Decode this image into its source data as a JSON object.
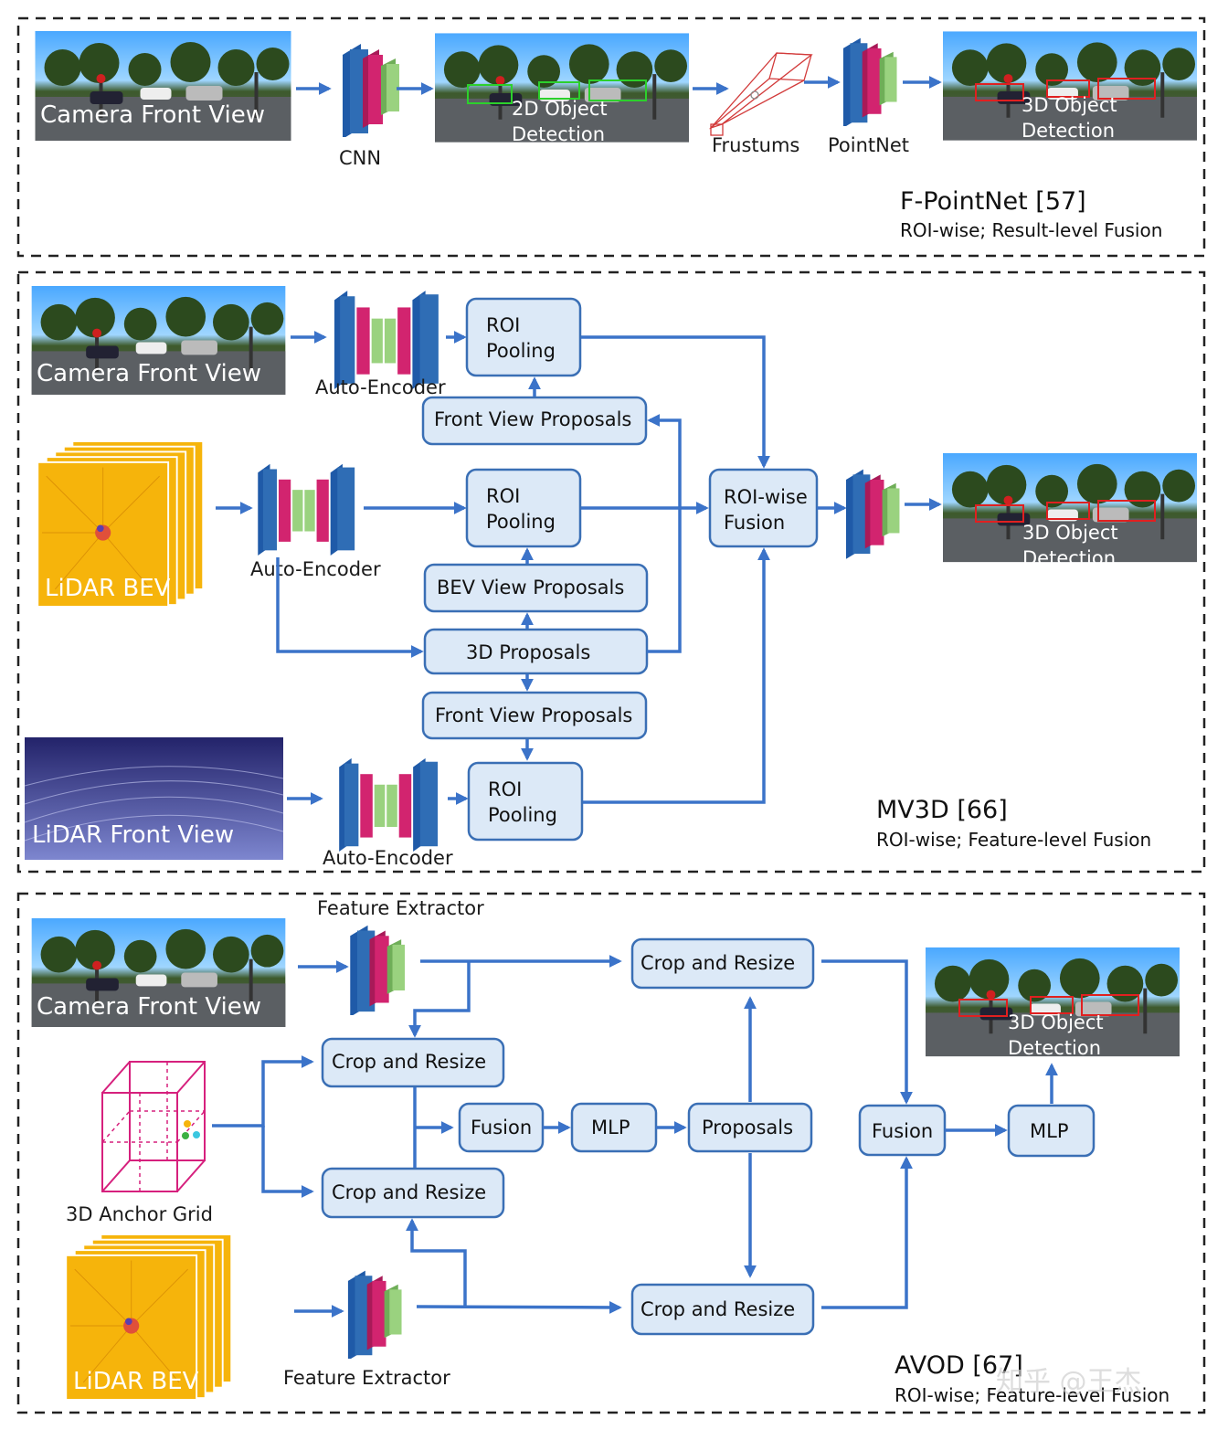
{
  "panels": {
    "fpointnet": {
      "title": "F-PointNet [57]",
      "subtitle": "ROI-wise; Result-level Fusion",
      "input_image": "Camera Front View",
      "cnn_label": "CNN",
      "detection_2d_line1": "2D Object",
      "detection_2d_line2": "Detection",
      "frustums_label": "Frustums",
      "pointnet_label": "PointNet",
      "detection_3d_line1": "3D Object",
      "detection_3d_line2": "Detection"
    },
    "mv3d": {
      "title": "MV3D [66]",
      "subtitle": "ROI-wise; Feature-level Fusion",
      "camera_image": "Camera Front View",
      "lidar_bev_image": "LiDAR BEV",
      "lidar_front_image": "LiDAR Front View",
      "autoencoder_label": "Auto-Encoder",
      "roi_pooling_line1": "ROI",
      "roi_pooling_line2": "Pooling",
      "front_view_proposals": "Front View Proposals",
      "bev_view_proposals": "BEV View Proposals",
      "proposals_3d": "3D  Proposals",
      "roi_fusion_line1": "ROI-wise",
      "roi_fusion_line2": "Fusion",
      "detection_3d_line1": "3D Object",
      "detection_3d_line2": "Detection"
    },
    "avod": {
      "title": "AVOD [67]",
      "subtitle": "ROI-wise; Feature-level Fusion",
      "camera_image": "Camera Front View",
      "lidar_bev_image": "LiDAR BEV",
      "feature_extractor": "Feature Extractor",
      "anchor_grid_label": "3D Anchor Grid",
      "crop_resize": "Crop and Resize",
      "fusion": "Fusion",
      "mlp": "MLP",
      "proposals": "Proposals",
      "detection_3d_line1": "3D Object",
      "detection_3d_line2": "Detection"
    }
  },
  "watermark": "知乎 @王杰",
  "colors": {
    "arrow": "#3b73c9",
    "box_fill": "#dce9f7",
    "box_stroke": "#3a6fb5",
    "net_blue": "#2f6db5",
    "net_magenta": "#d2246f",
    "net_green": "#9ad27f",
    "bev_orange": "#f6b40b",
    "anchor_pink": "#d6207d"
  }
}
